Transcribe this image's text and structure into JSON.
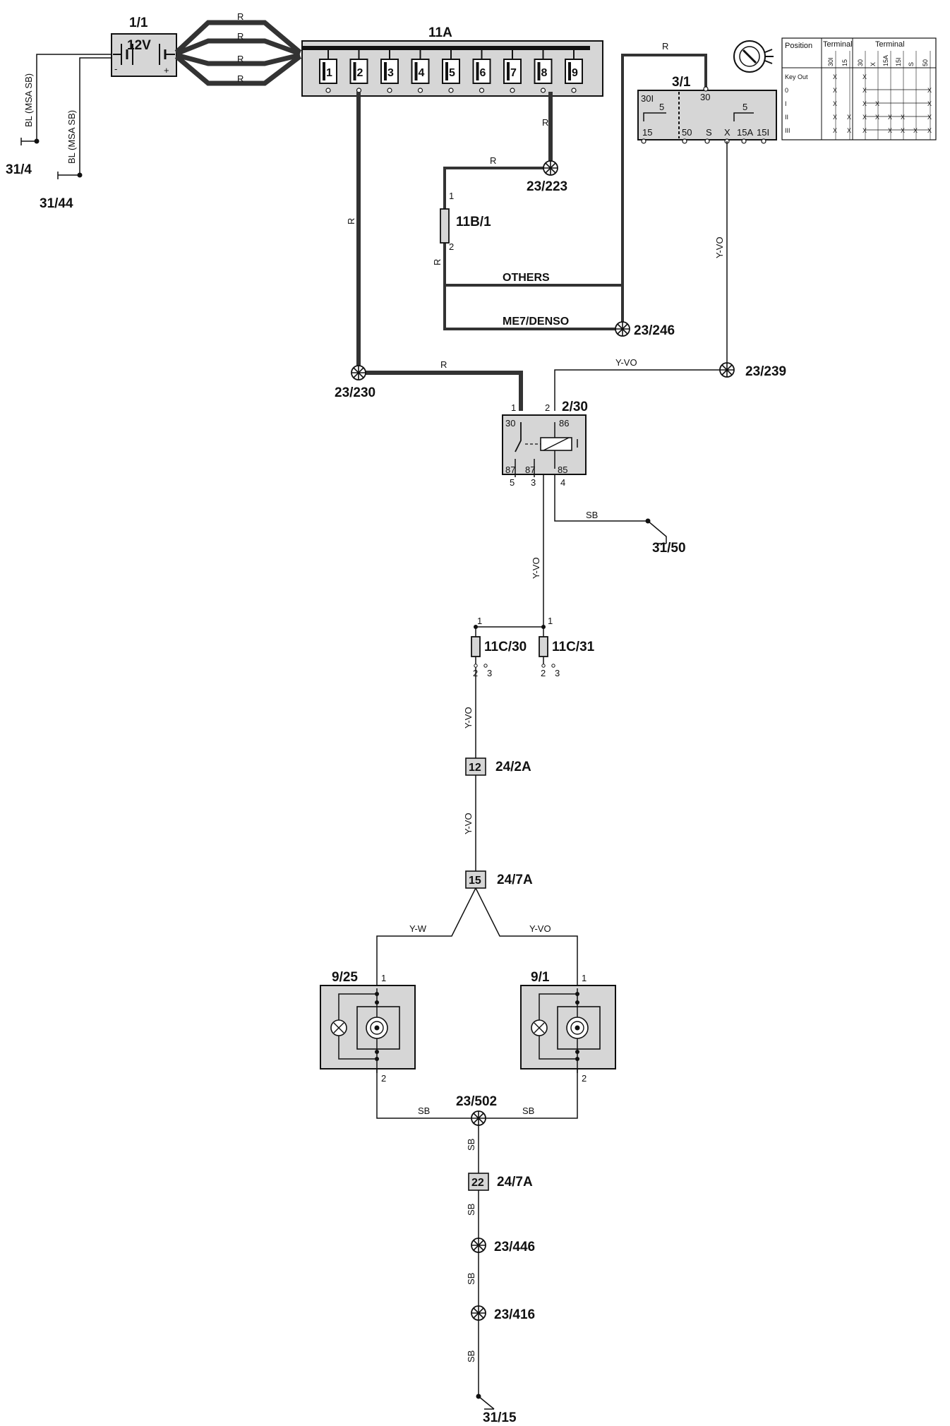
{
  "components": {
    "battery": {
      "id": "1/1",
      "voltage": "12V",
      "minus": "-",
      "plus": "+"
    },
    "fusebox": {
      "id": "11A",
      "fuses": [
        "1",
        "2",
        "3",
        "4",
        "5",
        "6",
        "7",
        "8",
        "9"
      ]
    },
    "ignition_switch": {
      "id": "3/1",
      "terminals": [
        "30I",
        "30",
        "15",
        "50",
        "S",
        "X",
        "15A",
        "15I"
      ],
      "inner": "5"
    },
    "fuse_11b1": {
      "id": "11B/1",
      "pin1": "1",
      "pin2": "2"
    },
    "relay": {
      "id": "2/30",
      "labels": [
        "30",
        "86",
        "87",
        "87",
        "85"
      ],
      "pins": [
        "1",
        "2",
        "5",
        "3",
        "4"
      ]
    },
    "fuse_11c30": {
      "id": "11C/30",
      "p1": "1",
      "p2": "2",
      "p3": "3"
    },
    "fuse_11c31": {
      "id": "11C/31",
      "p1": "1",
      "p2": "2",
      "p3": "3"
    },
    "conn_24_2a": {
      "id": "24/2A",
      "pin": "12"
    },
    "conn_24_7a_15": {
      "id": "24/7A",
      "pin": "15"
    },
    "conn_24_7a_22": {
      "id": "24/7A",
      "pin": "22"
    },
    "lamp_left": {
      "id": "9/25",
      "p1": "1",
      "p2": "2"
    },
    "lamp_right": {
      "id": "9/1",
      "p1": "1",
      "p2": "2"
    }
  },
  "grounds": [
    "31/4",
    "31/44",
    "31/50",
    "31/15"
  ],
  "splices": [
    "23/223",
    "23/246",
    "23/230",
    "23/239",
    "23/502",
    "23/446",
    "23/416"
  ],
  "branches": {
    "others": "OTHERS",
    "me7": "ME7/DENSO"
  },
  "wire_colors": {
    "r": "R",
    "yvo": "Y-VO",
    "yw": "Y-W",
    "sb": "SB",
    "bl": "BL (MSA SB)"
  },
  "switch_table": {
    "position": "Position",
    "terminal": "Terminal",
    "cols_left": [
      "30I",
      "15"
    ],
    "cols_right": [
      "30",
      "X",
      "15A",
      "15I",
      "S",
      "50"
    ],
    "rows": [
      "Key Out",
      "0",
      "I",
      "II",
      "III"
    ],
    "mark": "X"
  },
  "colors": {
    "wire": "#111111",
    "component": "#d6d6d6"
  }
}
